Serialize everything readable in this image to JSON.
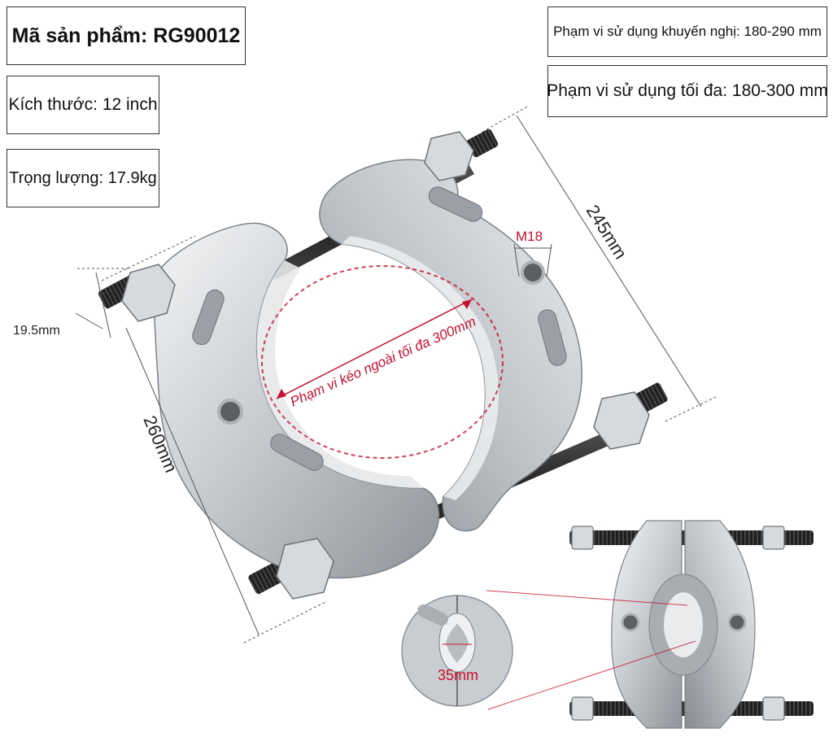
{
  "specs": {
    "product_code": "Mã sản phẩm: RG90012",
    "size": "Kích thước: 12 inch",
    "weight": "Trọng lượng: 17.9kg",
    "recommended_range": "Phạm vi sử dụng khuyến nghị: 180-290 mm",
    "max_range": "Phạm vi sử dụng tối đa: 180-300 mm"
  },
  "dimensions": {
    "width": "245mm",
    "height": "260mm",
    "thickness": "19.5mm",
    "bolt": "M18",
    "min_opening": "35mm",
    "max_pull": "Phạm vi kéo ngoài tối đa 300mm"
  },
  "colors": {
    "accent": "#c8102e",
    "steel": "#cfd3d6",
    "rod": "#2b2b2b"
  },
  "icons": [
    "bearing-separator-image",
    "bearing-separator-detail-image",
    "zoom-detail-image"
  ]
}
